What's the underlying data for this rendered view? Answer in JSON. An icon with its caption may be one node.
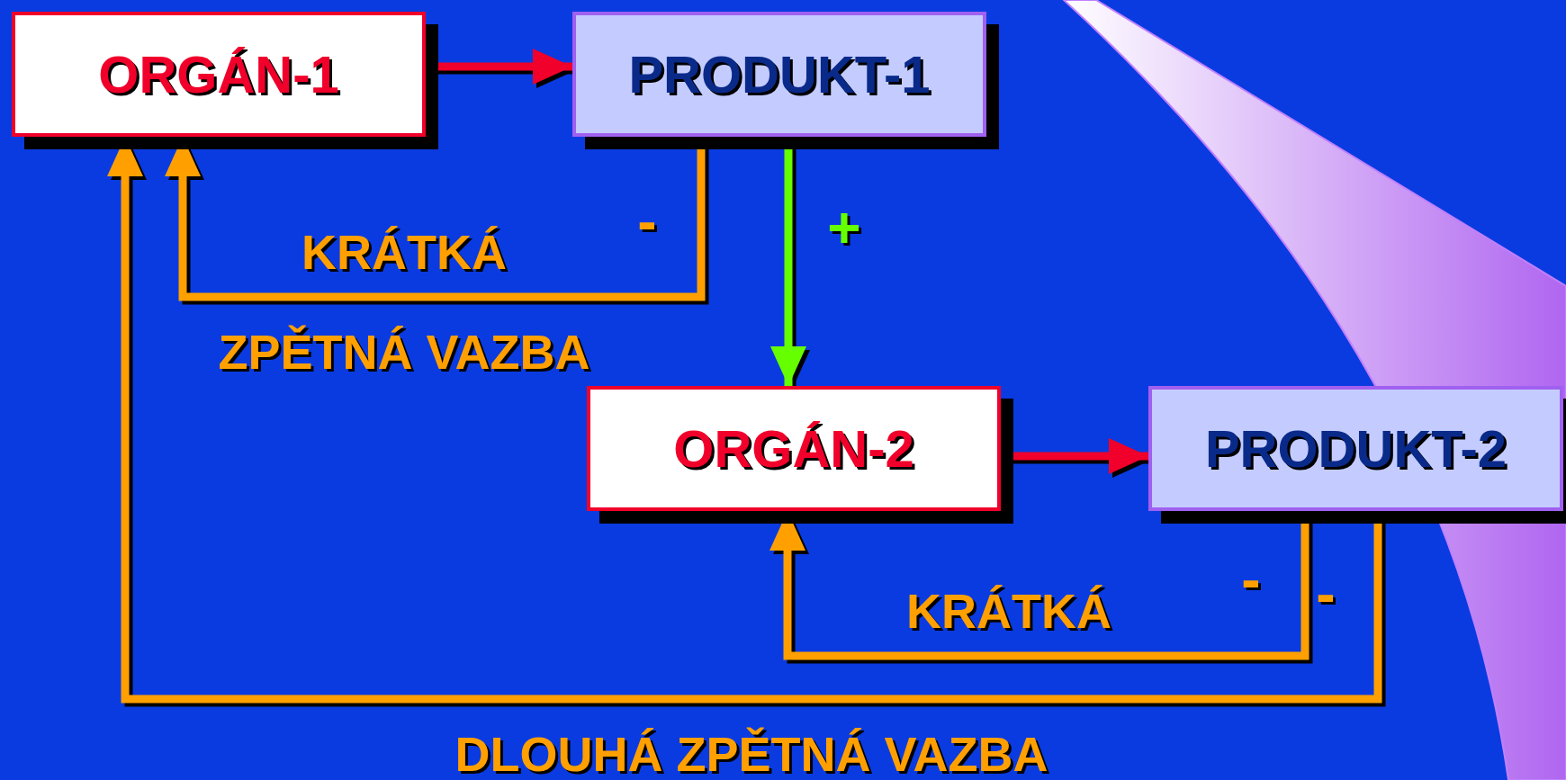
{
  "diagram": {
    "nodes": [
      {
        "text": [
          "ORGÁN-1"
        ]
      },
      {
        "text": [
          "PRODUKT-1"
        ]
      },
      {
        "text": [
          "ORGÁN-2"
        ]
      },
      {
        "text": [
          "PRODUKT-2"
        ]
      }
    ],
    "edges": [
      {
        "from": 0,
        "to": 1,
        "arrow": "to",
        "color": "#f0002a"
      },
      {
        "from": 1,
        "to": 2,
        "arrow": "to",
        "label": "+",
        "color": "#66ff00"
      },
      {
        "from": 1,
        "to": 0,
        "arrow": "to",
        "label": "-"
      },
      {
        "from": 2,
        "to": 3,
        "arrow": "to",
        "color": "#f0002a"
      },
      {
        "from": 3,
        "to": 2,
        "arrow": "to",
        "label": "-"
      },
      {
        "from": 3,
        "to": 0,
        "arrow": "to",
        "label": "-"
      }
    ],
    "labels": [
      "KRÁTKÁ",
      "ZPĚTNÁ VAZBA",
      "KRÁTKÁ",
      "DLOUHÁ ZPĚTNÁ VAZBA"
    ]
  }
}
